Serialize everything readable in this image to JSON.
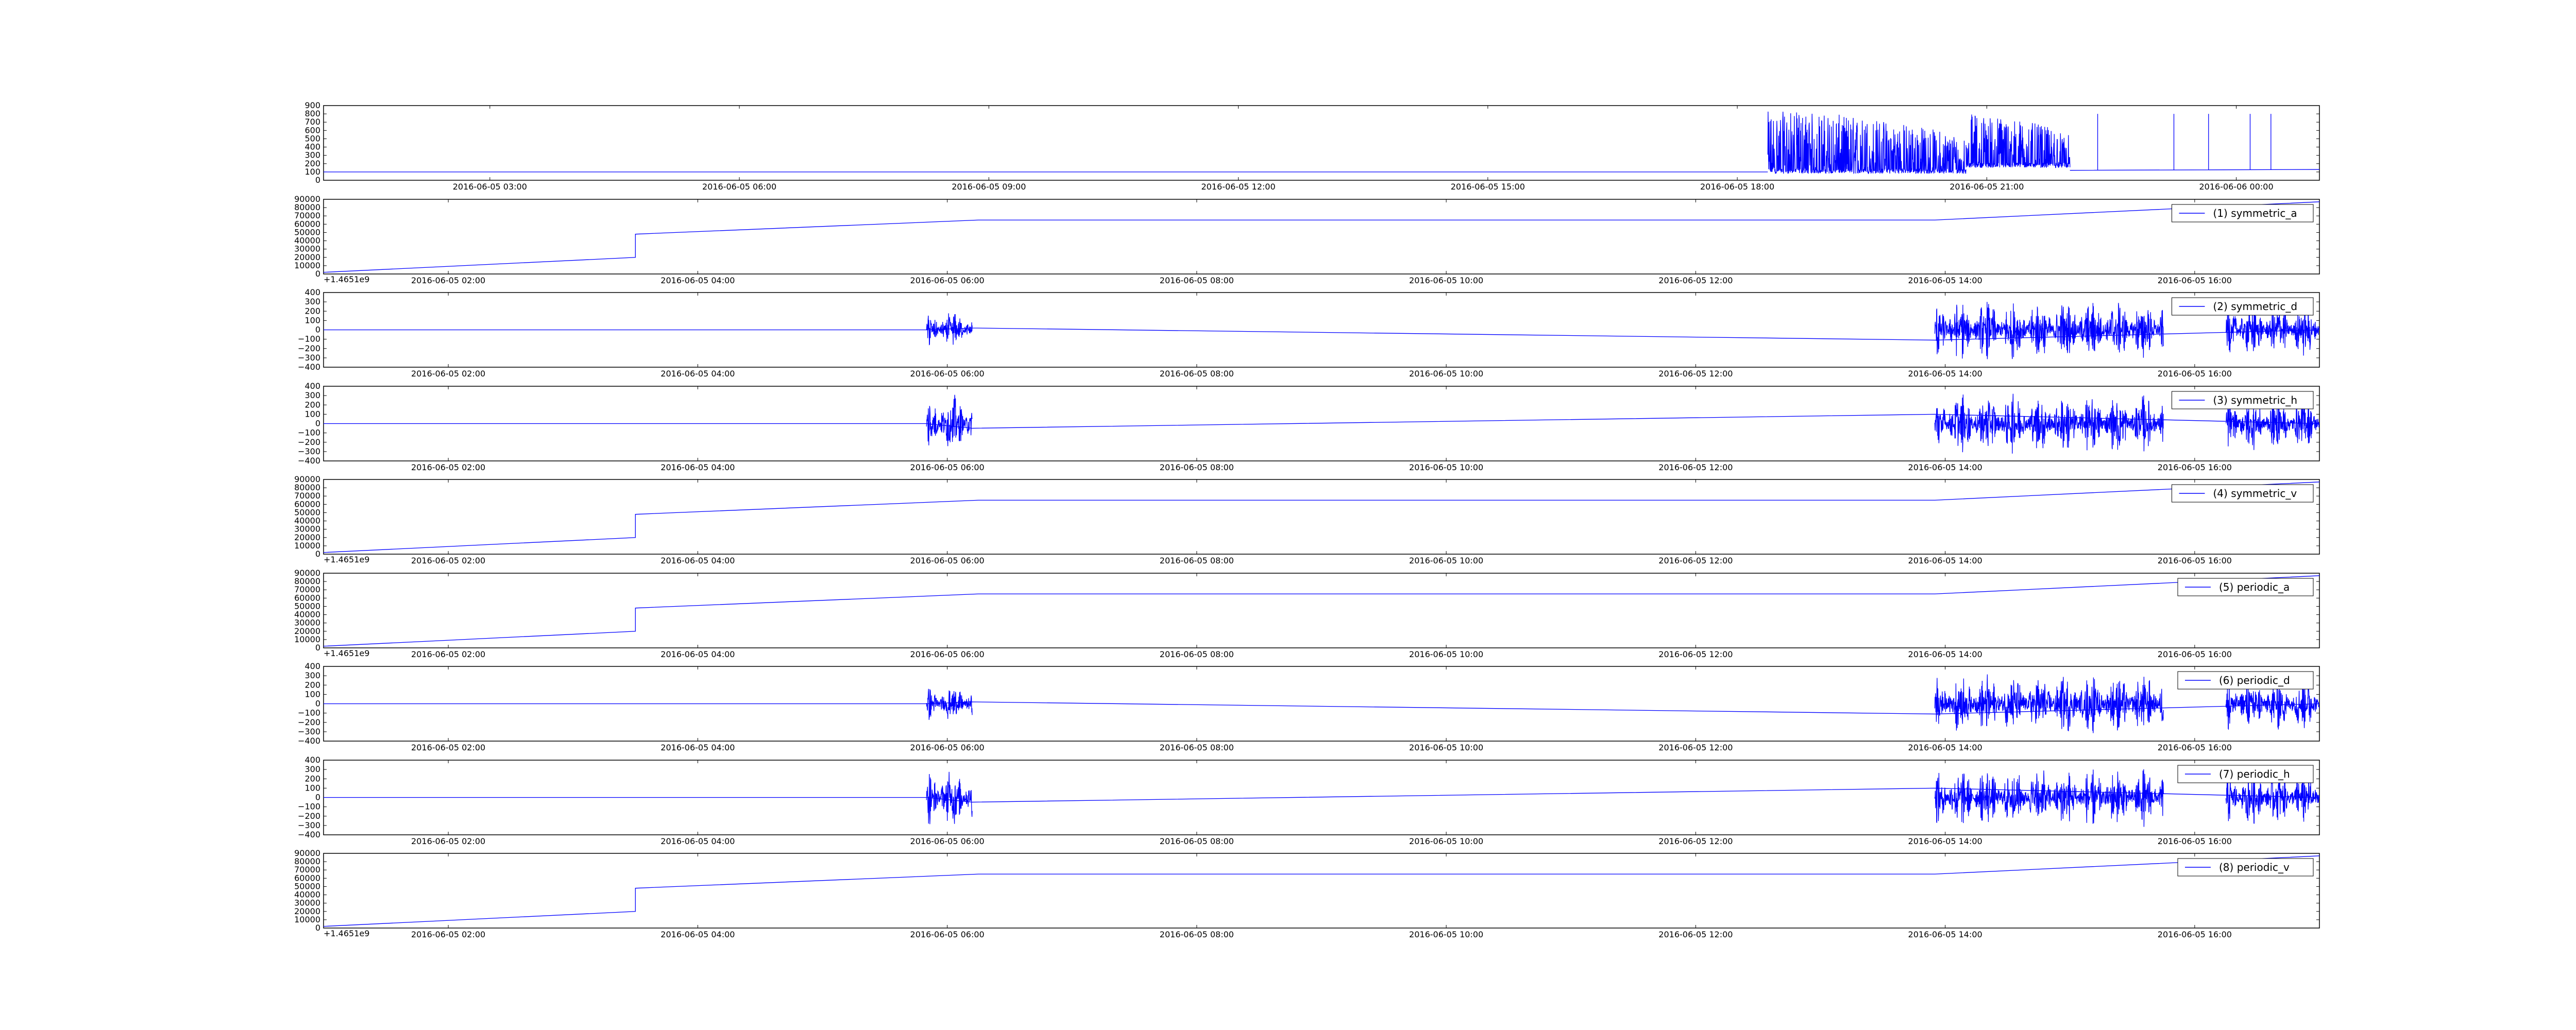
{
  "chart_data": [
    {
      "type": "line",
      "title": "",
      "legend": null,
      "ylim": [
        0,
        900
      ],
      "yticks": [
        0,
        100,
        200,
        300,
        400,
        500,
        600,
        700,
        800,
        900
      ],
      "xlim": [
        "2016-06-05 01:00",
        "2016-06-06 01:00"
      ],
      "xticks": [
        "2016-06-05 03:00",
        "2016-06-05 06:00",
        "2016-06-05 09:00",
        "2016-06-05 12:00",
        "2016-06-05 15:00",
        "2016-06-05 18:00",
        "2016-06-05 21:00",
        "2016-06-06 00:00"
      ],
      "series": [
        {
          "color": "#0000ff",
          "segments": [
            {
              "kind": "line",
              "x": [
                "2016-06-05 01:00",
                "2016-06-05 18:22"
              ],
              "y": [
                100,
                100
              ]
            },
            {
              "kind": "noise",
              "x": [
                "2016-06-05 18:22",
                "2016-06-05 20:45"
              ],
              "y": [
                80,
                830
              ],
              "note": "dense oscillation reaching ~830"
            },
            {
              "kind": "noise",
              "x": [
                "2016-06-05 20:45",
                "2016-06-05 22:00"
              ],
              "y": [
                150,
                800
              ],
              "note": "oscillation decaying to ~200"
            },
            {
              "kind": "line",
              "x": [
                "2016-06-05 22:00",
                "2016-06-06 01:00"
              ],
              "y": [
                120,
                130
              ],
              "note": "baseline with isolated spikes to ~800"
            }
          ]
        }
      ]
    },
    {
      "type": "line",
      "offset_label": "+1.4651e9",
      "legend": "(1) symmetric_a",
      "ylim": [
        0,
        90000
      ],
      "yticks": [
        0,
        10000,
        20000,
        30000,
        40000,
        50000,
        60000,
        70000,
        80000,
        90000
      ],
      "xlim": [
        "2016-06-05 01:00",
        "2016-06-05 17:00"
      ],
      "xticks": [
        "2016-06-05 02:00",
        "2016-06-05 04:00",
        "2016-06-05 06:00",
        "2016-06-05 08:00",
        "2016-06-05 10:00",
        "2016-06-05 12:00",
        "2016-06-05 14:00",
        "2016-06-05 16:00"
      ],
      "series": [
        {
          "name": "(1) symmetric_a",
          "color": "#0000ff",
          "x": [
            "2016-06-05 01:00",
            "2016-06-05 03:30",
            "2016-06-05 03:30",
            "2016-06-05 06:15",
            "2016-06-05 13:55",
            "2016-06-05 17:00"
          ],
          "y": [
            2000,
            20000,
            48000,
            65000,
            65000,
            87000
          ]
        }
      ]
    },
    {
      "type": "line",
      "legend": "(2) symmetric_d",
      "ylim": [
        -400,
        400
      ],
      "yticks": [
        -400,
        -300,
        -200,
        -100,
        0,
        100,
        200,
        300,
        400
      ],
      "xlim": [
        "2016-06-05 01:00",
        "2016-06-05 17:00"
      ],
      "xticks": [
        "2016-06-05 02:00",
        "2016-06-05 04:00",
        "2016-06-05 06:00",
        "2016-06-05 08:00",
        "2016-06-05 10:00",
        "2016-06-05 12:00",
        "2016-06-05 14:00",
        "2016-06-05 16:00"
      ],
      "series": [
        {
          "name": "(2) symmetric_d",
          "color": "#0000ff",
          "x": [
            "2016-06-05 01:00",
            "2016-06-05 05:50",
            "2016-06-05 06:12",
            "2016-06-05 13:55",
            "2016-06-05 17:00"
          ],
          "y": [
            0,
            0,
            20,
            -110,
            0
          ],
          "bursts": [
            [
              "2016-06-05 05:50",
              "2016-06-05 06:12",
              200
            ],
            [
              "2016-06-05 13:55",
              "2016-06-05 15:45",
              330
            ],
            [
              "2016-06-05 16:15",
              "2016-06-05 17:00",
              300
            ]
          ]
        }
      ]
    },
    {
      "type": "line",
      "legend": "(3) symmetric_h",
      "ylim": [
        -400,
        400
      ],
      "yticks": [
        -400,
        -300,
        -200,
        -100,
        0,
        100,
        200,
        300,
        400
      ],
      "xlim": [
        "2016-06-05 01:00",
        "2016-06-05 17:00"
      ],
      "xticks": [
        "2016-06-05 02:00",
        "2016-06-05 04:00",
        "2016-06-05 06:00",
        "2016-06-05 08:00",
        "2016-06-05 10:00",
        "2016-06-05 12:00",
        "2016-06-05 14:00",
        "2016-06-05 16:00"
      ],
      "series": [
        {
          "name": "(3) symmetric_h",
          "color": "#0000ff",
          "x": [
            "2016-06-05 01:00",
            "2016-06-05 05:50",
            "2016-06-05 06:12",
            "2016-06-05 13:55",
            "2016-06-05 17:00"
          ],
          "y": [
            0,
            0,
            -50,
            100,
            0
          ],
          "bursts": [
            [
              "2016-06-05 05:50",
              "2016-06-05 06:12",
              330
            ],
            [
              "2016-06-05 13:55",
              "2016-06-05 15:45",
              330
            ],
            [
              "2016-06-05 16:15",
              "2016-06-05 17:00",
              300
            ]
          ]
        }
      ]
    },
    {
      "type": "line",
      "offset_label": "+1.4651e9",
      "legend": "(4) symmetric_v",
      "ylim": [
        0,
        90000
      ],
      "yticks": [
        0,
        10000,
        20000,
        30000,
        40000,
        50000,
        60000,
        70000,
        80000,
        90000
      ],
      "xlim": [
        "2016-06-05 01:00",
        "2016-06-05 17:00"
      ],
      "xticks": [
        "2016-06-05 02:00",
        "2016-06-05 04:00",
        "2016-06-05 06:00",
        "2016-06-05 08:00",
        "2016-06-05 10:00",
        "2016-06-05 12:00",
        "2016-06-05 14:00",
        "2016-06-05 16:00"
      ],
      "series": [
        {
          "name": "(4) symmetric_v",
          "color": "#0000ff",
          "x": [
            "2016-06-05 01:00",
            "2016-06-05 03:30",
            "2016-06-05 03:30",
            "2016-06-05 06:15",
            "2016-06-05 13:55",
            "2016-06-05 17:00"
          ],
          "y": [
            2000,
            20000,
            48000,
            65000,
            65000,
            87000
          ]
        }
      ]
    },
    {
      "type": "line",
      "offset_label": "+1.4651e9",
      "legend": "(5) periodic_a",
      "ylim": [
        0,
        90000
      ],
      "yticks": [
        0,
        10000,
        20000,
        30000,
        40000,
        50000,
        60000,
        70000,
        80000,
        90000
      ],
      "xlim": [
        "2016-06-05 01:00",
        "2016-06-05 17:00"
      ],
      "xticks": [
        "2016-06-05 02:00",
        "2016-06-05 04:00",
        "2016-06-05 06:00",
        "2016-06-05 08:00",
        "2016-06-05 10:00",
        "2016-06-05 12:00",
        "2016-06-05 14:00",
        "2016-06-05 16:00"
      ],
      "series": [
        {
          "name": "(5) periodic_a",
          "color": "#0000ff",
          "x": [
            "2016-06-05 01:00",
            "2016-06-05 03:30",
            "2016-06-05 03:30",
            "2016-06-05 06:15",
            "2016-06-05 13:55",
            "2016-06-05 17:00"
          ],
          "y": [
            2000,
            20000,
            48000,
            65000,
            65000,
            87000
          ]
        }
      ]
    },
    {
      "type": "line",
      "legend": "(6) periodic_d",
      "ylim": [
        -400,
        400
      ],
      "yticks": [
        -400,
        -300,
        -200,
        -100,
        0,
        100,
        200,
        300,
        400
      ],
      "xlim": [
        "2016-06-05 01:00",
        "2016-06-05 17:00"
      ],
      "xticks": [
        "2016-06-05 02:00",
        "2016-06-05 04:00",
        "2016-06-05 06:00",
        "2016-06-05 08:00",
        "2016-06-05 10:00",
        "2016-06-05 12:00",
        "2016-06-05 14:00",
        "2016-06-05 16:00"
      ],
      "series": [
        {
          "name": "(6) periodic_d",
          "color": "#0000ff",
          "x": [
            "2016-06-05 01:00",
            "2016-06-05 05:50",
            "2016-06-05 06:12",
            "2016-06-05 13:55",
            "2016-06-05 17:00"
          ],
          "y": [
            0,
            0,
            20,
            -110,
            0
          ],
          "bursts": [
            [
              "2016-06-05 05:50",
              "2016-06-05 06:12",
              200
            ],
            [
              "2016-06-05 13:55",
              "2016-06-05 15:45",
              330
            ],
            [
              "2016-06-05 16:15",
              "2016-06-05 17:00",
              300
            ]
          ]
        }
      ]
    },
    {
      "type": "line",
      "legend": "(7) periodic_h",
      "ylim": [
        -400,
        400
      ],
      "yticks": [
        -400,
        -300,
        -200,
        -100,
        0,
        100,
        200,
        300,
        400
      ],
      "xlim": [
        "2016-06-05 01:00",
        "2016-06-05 17:00"
      ],
      "xticks": [
        "2016-06-05 02:00",
        "2016-06-05 04:00",
        "2016-06-05 06:00",
        "2016-06-05 08:00",
        "2016-06-05 10:00",
        "2016-06-05 12:00",
        "2016-06-05 14:00",
        "2016-06-05 16:00"
      ],
      "series": [
        {
          "name": "(7) periodic_h",
          "color": "#0000ff",
          "x": [
            "2016-06-05 01:00",
            "2016-06-05 05:50",
            "2016-06-05 06:12",
            "2016-06-05 13:55",
            "2016-06-05 17:00"
          ],
          "y": [
            0,
            0,
            -50,
            100,
            0
          ],
          "bursts": [
            [
              "2016-06-05 05:50",
              "2016-06-05 06:12",
              330
            ],
            [
              "2016-06-05 13:55",
              "2016-06-05 15:45",
              330
            ],
            [
              "2016-06-05 16:15",
              "2016-06-05 17:00",
              300
            ]
          ]
        }
      ]
    },
    {
      "type": "line",
      "offset_label": "+1.4651e9",
      "legend": "(8) periodic_v",
      "ylim": [
        0,
        90000
      ],
      "yticks": [
        0,
        10000,
        20000,
        30000,
        40000,
        50000,
        60000,
        70000,
        80000,
        90000
      ],
      "xlim": [
        "2016-06-05 01:00",
        "2016-06-05 17:00"
      ],
      "xticks": [
        "2016-06-05 02:00",
        "2016-06-05 04:00",
        "2016-06-05 06:00",
        "2016-06-05 08:00",
        "2016-06-05 10:00",
        "2016-06-05 12:00",
        "2016-06-05 14:00",
        "2016-06-05 16:00"
      ],
      "series": [
        {
          "name": "(8) periodic_v",
          "color": "#0000ff",
          "x": [
            "2016-06-05 01:00",
            "2016-06-05 03:30",
            "2016-06-05 03:30",
            "2016-06-05 06:15",
            "2016-06-05 13:55",
            "2016-06-05 17:00"
          ],
          "y": [
            2000,
            20000,
            48000,
            65000,
            65000,
            87000
          ]
        }
      ]
    }
  ]
}
